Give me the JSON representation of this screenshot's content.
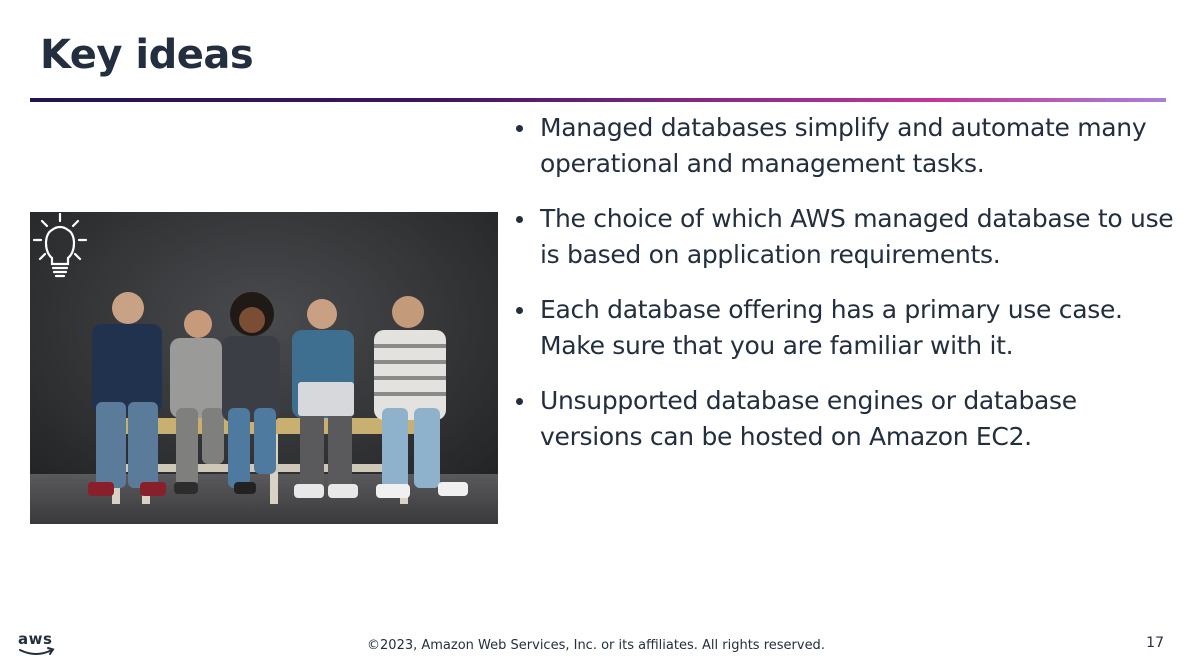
{
  "slide": {
    "title": "Key ideas",
    "bullets": [
      "Managed databases simplify and automate many operational and management tasks.",
      "The choice of which AWS managed database to use is based on application requirements.",
      "Each database offering has a primary use case. Make sure that you are familiar with it.",
      "Unsupported database engines or database versions can be hosted on Amazon EC2."
    ],
    "footer": "©2023, Amazon Web Services, Inc. or its affiliates. All rights reserved.",
    "page_number": "17",
    "logo_text": "aws"
  },
  "icons": {
    "idea": "lightbulb-icon",
    "logo": "aws-logo-icon"
  },
  "colors": {
    "text": "#232f3e",
    "rule_start": "#25134d",
    "rule_mid": "#c4359c",
    "rule_end": "#a97fd8"
  }
}
